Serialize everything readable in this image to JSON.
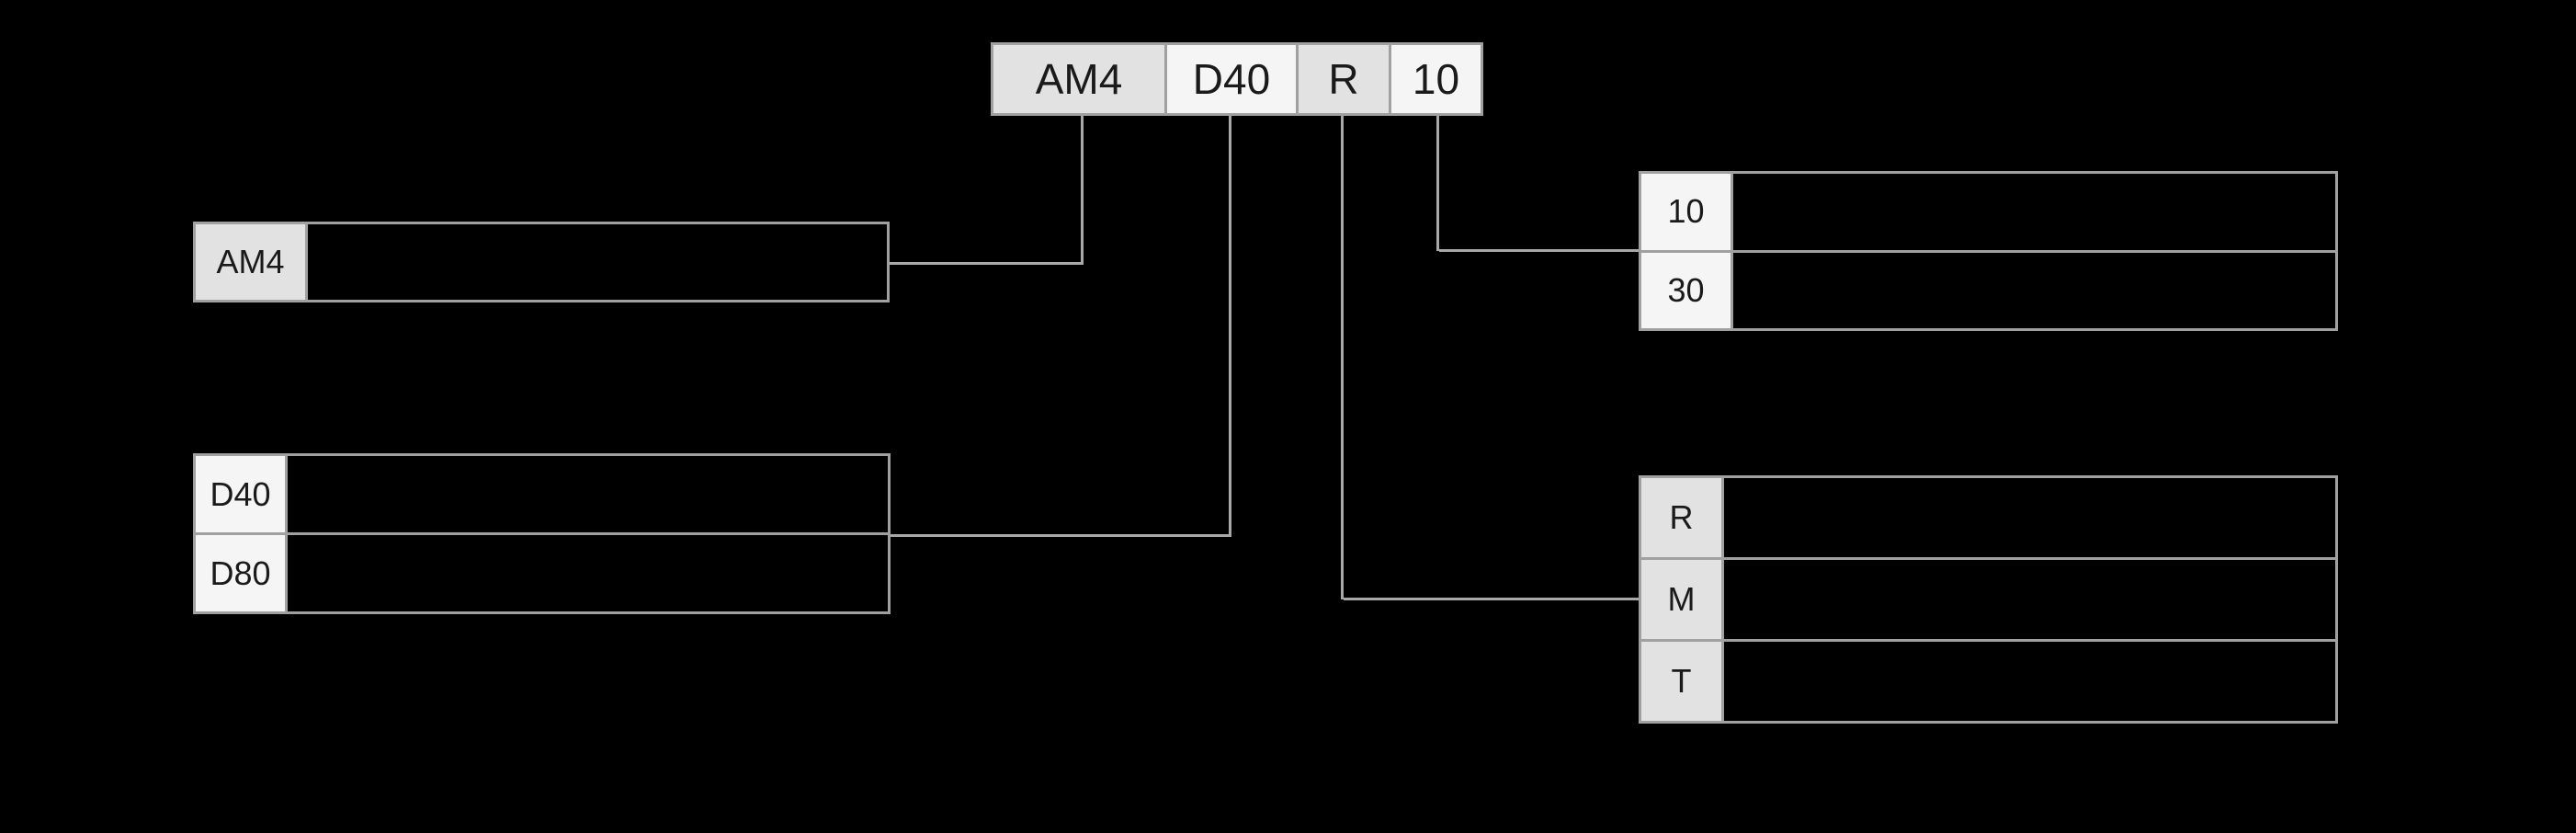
{
  "colors": {
    "background": "#000000",
    "border": "#a0a0a0",
    "connector": "#a8a8a8",
    "cell_gray": "#e2e2e2",
    "cell_white": "#f5f5f5",
    "text": "#1a1a1a",
    "desc_cell_bg": "#000000"
  },
  "model_code_bar": {
    "segments": [
      {
        "label": "AM4"
      },
      {
        "label": "D40"
      },
      {
        "label": "R"
      },
      {
        "label": "10"
      }
    ]
  },
  "legend_boxes": {
    "box_am4": {
      "rows": [
        {
          "label": "AM4",
          "description": ""
        }
      ]
    },
    "box_d40_d80": {
      "rows": [
        {
          "label": "D40",
          "description": ""
        },
        {
          "label": "D80",
          "description": ""
        }
      ]
    },
    "box_10_30": {
      "rows": [
        {
          "label": "10",
          "description": ""
        },
        {
          "label": "30",
          "description": ""
        }
      ]
    },
    "box_r_m_t": {
      "rows": [
        {
          "label": "R",
          "description": ""
        },
        {
          "label": "M",
          "description": ""
        },
        {
          "label": "T",
          "description": ""
        }
      ]
    }
  }
}
